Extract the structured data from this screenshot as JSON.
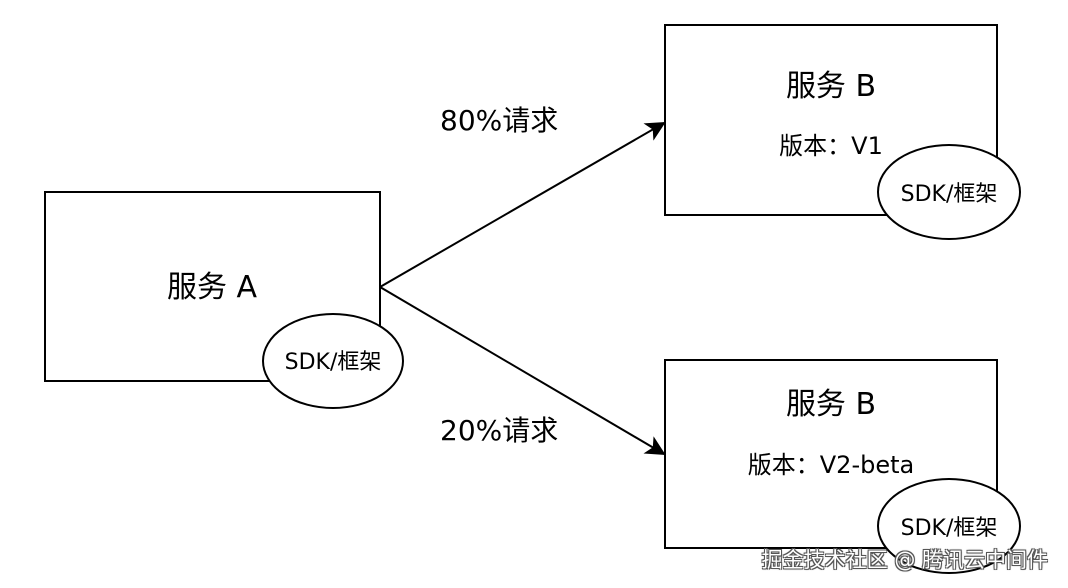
{
  "nodes": {
    "service_a": {
      "title": "服务 A",
      "badge": "SDK/框架"
    },
    "service_b_v1": {
      "title": "服务 B",
      "version": "版本：V1",
      "badge": "SDK/框架"
    },
    "service_b_v2": {
      "title": "服务 B",
      "version": "版本：V2-beta",
      "badge": "SDK/框架"
    }
  },
  "edges": {
    "to_v1": {
      "label": "80%请求"
    },
    "to_v2": {
      "label": "20%请求"
    }
  },
  "colors": {
    "stroke": "#000000",
    "background": "#ffffff"
  },
  "watermark": "掘金技术社区 @ 腾讯云中间件"
}
